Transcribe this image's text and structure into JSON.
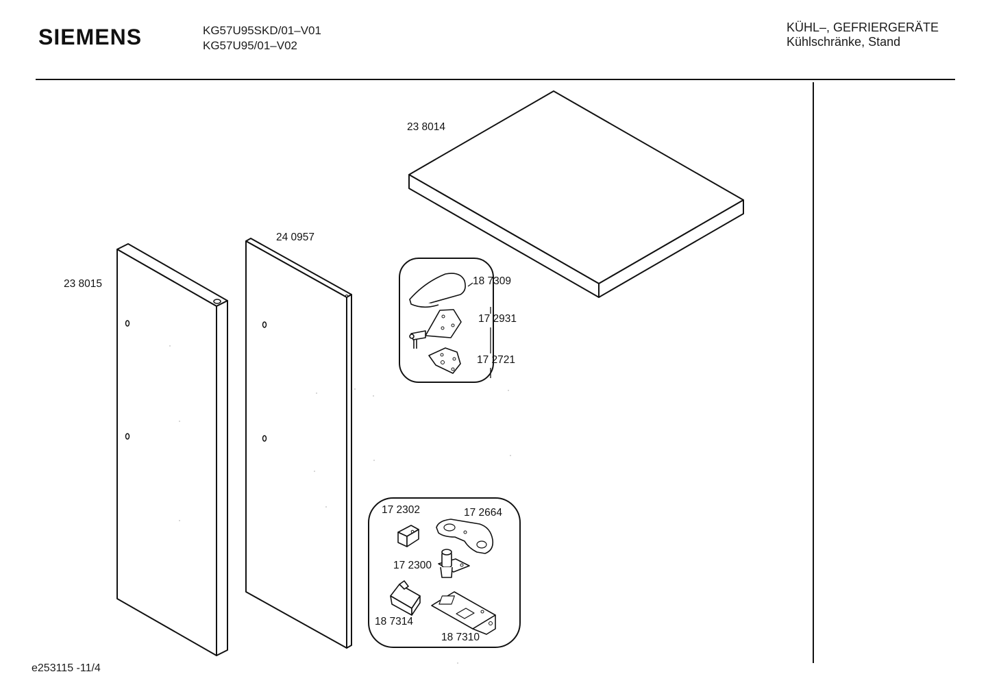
{
  "header": {
    "brand": "SIEMENS",
    "models": [
      "KG57U95SKD/01–V01",
      "KG57U95/01–V02"
    ],
    "category": "KÜHL–, GEFRIERGERÄTE",
    "subcategory": "Kühlschränke, Stand"
  },
  "parts": {
    "top_panel": "23 8014",
    "side_panel_outer": "23 8015",
    "side_panel_inner": "24 0957",
    "hinge_cover": "18 7309",
    "hinge_plate": "17 2931",
    "hinge_base_plate": "17 2721",
    "bracket_small": "17 2302",
    "hinge_upper": "17 2664",
    "hinge_pin": "17 2300",
    "cover_cap": "18 7314",
    "hinge_bottom": "18 7310"
  },
  "footer": {
    "drawing_id": "e253115 -11/4"
  }
}
